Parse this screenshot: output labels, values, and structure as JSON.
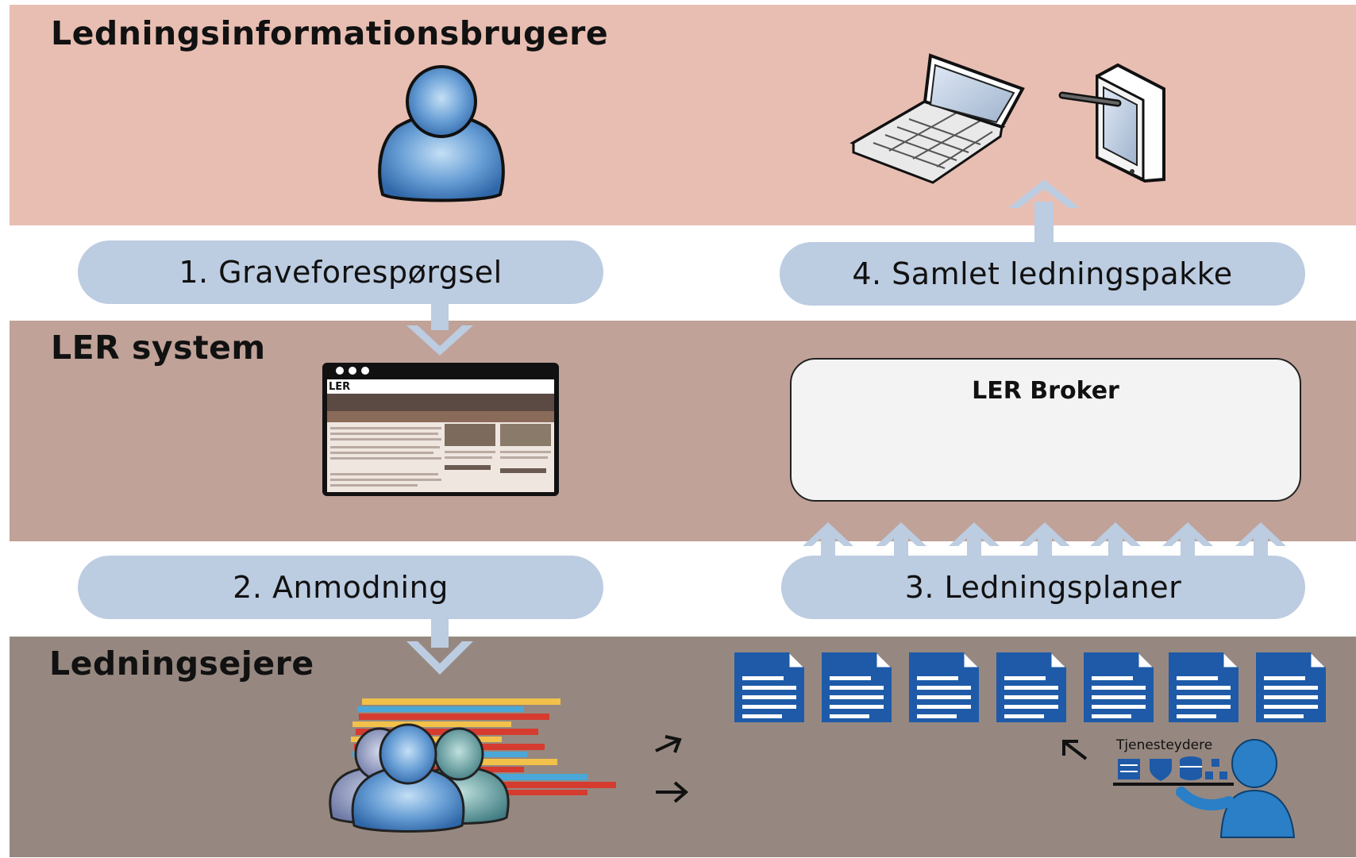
{
  "bands": {
    "top": {
      "title": "Ledningsinformationsbrugere"
    },
    "middle": {
      "title": "LER system"
    },
    "bottom": {
      "title": "Ledningsejere"
    }
  },
  "steps": [
    {
      "label": "1. Graveforespørgsel"
    },
    {
      "label": "2. Anmodning"
    },
    {
      "label": "3. Ledningsplaner"
    },
    {
      "label": "4. Samlet ledningspakke"
    }
  ],
  "broker": {
    "title": "LER Broker"
  },
  "website": {
    "logo": "LER"
  },
  "service_providers": {
    "label": "Tjenesteydere"
  },
  "colors": {
    "top_band": "#e8beb2",
    "middle_band": "#c0a298",
    "bottom_band": "#968880",
    "pill": "#bccce1",
    "arrow": "#bccce1",
    "document_blue": "#1e5aa8"
  }
}
